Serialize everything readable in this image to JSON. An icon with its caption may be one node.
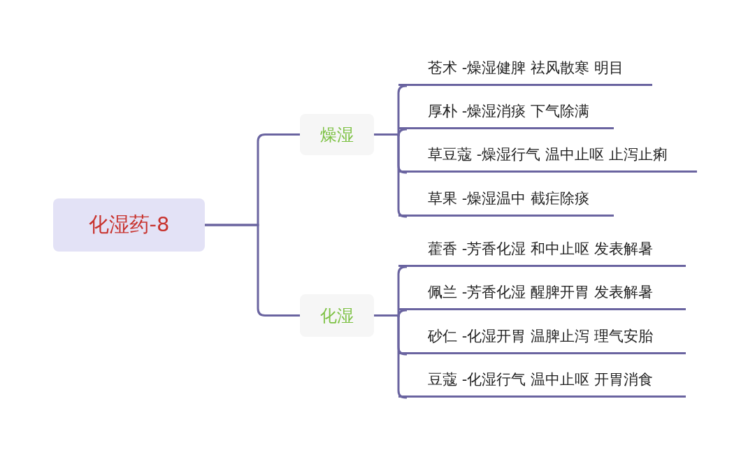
{
  "diagram": {
    "nodes": [
      {
        "text": [
          "化湿药-8"
        ]
      },
      {
        "text": [
          "燥湿"
        ]
      },
      {
        "text": [
          "苍术 -燥湿健脾 祛风散寒 明目"
        ]
      },
      {
        "text": [
          "厚朴 -燥湿消痰 下气除满"
        ]
      },
      {
        "text": [
          "草豆蔻 -燥湿行气 温中止呕 止泻止痢"
        ]
      },
      {
        "text": [
          "草果 -燥湿温中 截疟除痰"
        ]
      },
      {
        "text": [
          "化湿"
        ]
      },
      {
        "text": [
          "藿香 -芳香化湿 和中止呕 发表解暑"
        ]
      },
      {
        "text": [
          "佩兰 -芳香化湿 醒脾开胃 发表解暑"
        ]
      },
      {
        "text": [
          "砂仁 -化湿开胃 温脾止泻 理气安胎"
        ]
      },
      {
        "text": [
          "豆蔻 -化湿行气 温中止呕 开胃消食"
        ]
      }
    ],
    "edges": [
      {
        "from": 0,
        "to": 1,
        "arrow": "none"
      },
      {
        "from": 0,
        "to": 6,
        "arrow": "none"
      },
      {
        "from": 1,
        "to": 2,
        "arrow": "none"
      },
      {
        "from": 1,
        "to": 3,
        "arrow": "none"
      },
      {
        "from": 1,
        "to": 4,
        "arrow": "none"
      },
      {
        "from": 1,
        "to": 5,
        "arrow": "none"
      },
      {
        "from": 6,
        "to": 7,
        "arrow": "none"
      },
      {
        "from": 6,
        "to": 8,
        "arrow": "none"
      },
      {
        "from": 6,
        "to": 9,
        "arrow": "none"
      },
      {
        "from": 6,
        "to": 10,
        "arrow": "none"
      }
    ]
  }
}
